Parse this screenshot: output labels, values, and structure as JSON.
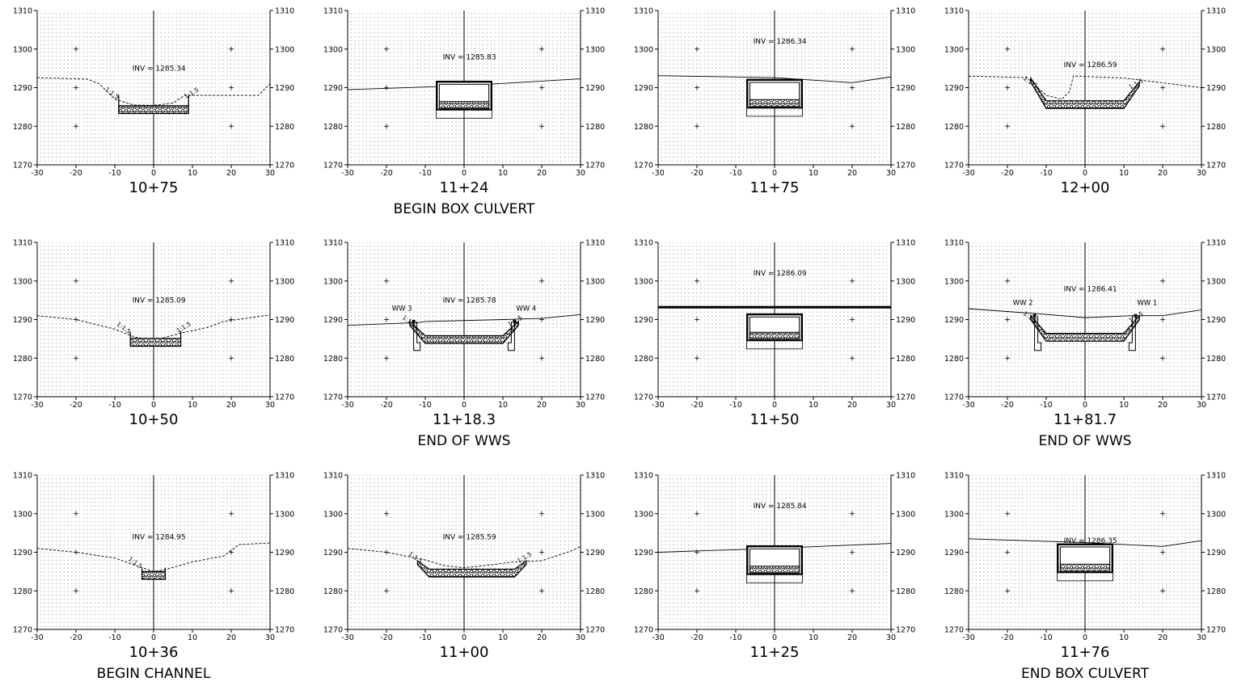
{
  "sheet": {
    "x_ticks": [
      "-30",
      "-20",
      "-10",
      "0",
      "10",
      "20",
      "30"
    ],
    "y_ticks": [
      "1270",
      "1280",
      "1290",
      "1300",
      "1310"
    ],
    "panels": [
      {
        "station": "10+75",
        "caption": "",
        "inv_label": "INV = 1285.34",
        "section_type": "channel",
        "slope_labels": [
          "1:1.5",
          "1:1.5"
        ],
        "wingwall_labels": []
      },
      {
        "station": "11+24",
        "caption": "BEGIN BOX CULVERT",
        "inv_label": "INV = 1285.83",
        "section_type": "box-culvert",
        "slope_labels": [],
        "wingwall_labels": []
      },
      {
        "station": "11+75",
        "caption": "",
        "inv_label": "INV = 1286.34",
        "section_type": "box-culvert",
        "slope_labels": [],
        "wingwall_labels": []
      },
      {
        "station": "12+00",
        "caption": "",
        "inv_label": "INV = 1286.59",
        "section_type": "channel",
        "slope_labels": [
          "1:1.5",
          "1:1.5"
        ],
        "wingwall_labels": []
      },
      {
        "station": "10+50",
        "caption": "",
        "inv_label": "INV = 1285.09",
        "section_type": "channel",
        "slope_labels": [
          "1:1.5",
          "1:1.5"
        ],
        "wingwall_labels": []
      },
      {
        "station": "11+18.3",
        "caption": "END OF WWS",
        "inv_label": "INV = 1285.78",
        "section_type": "channel-wingwalls",
        "slope_labels": [
          "1:1.5",
          "1:1.5"
        ],
        "wingwall_labels": [
          "WW 3",
          "WW 4"
        ]
      },
      {
        "station": "11+50",
        "caption": "",
        "inv_label": "INV = 1286.09",
        "section_type": "box-culvert",
        "slope_labels": [],
        "wingwall_labels": []
      },
      {
        "station": "11+81.7",
        "caption": "END OF WWS",
        "inv_label": "INV = 1286.41",
        "section_type": "channel-wingwalls",
        "slope_labels": [
          "1:1.5",
          "1:1.5"
        ],
        "wingwall_labels": [
          "WW 2",
          "WW 1"
        ]
      },
      {
        "station": "10+36",
        "caption": "BEGIN CHANNEL",
        "inv_label": "INV = 1284.95",
        "section_type": "channel",
        "slope_labels": [
          "1:1.5"
        ],
        "wingwall_labels": []
      },
      {
        "station": "11+00",
        "caption": "",
        "inv_label": "INV = 1285.59",
        "section_type": "channel",
        "slope_labels": [
          "1:1.5",
          "1:1.5"
        ],
        "wingwall_labels": []
      },
      {
        "station": "11+25",
        "caption": "",
        "inv_label": "INV = 1285.84",
        "section_type": "box-culvert",
        "slope_labels": [],
        "wingwall_labels": []
      },
      {
        "station": "11+76",
        "caption": "END BOX CULVERT",
        "inv_label": "INV = 1286.35",
        "section_type": "box-culvert",
        "slope_labels": [],
        "wingwall_labels": []
      }
    ]
  },
  "colors": {
    "ink": "#000000",
    "grid": "#9a9a9a",
    "paper": "#ffffff"
  }
}
